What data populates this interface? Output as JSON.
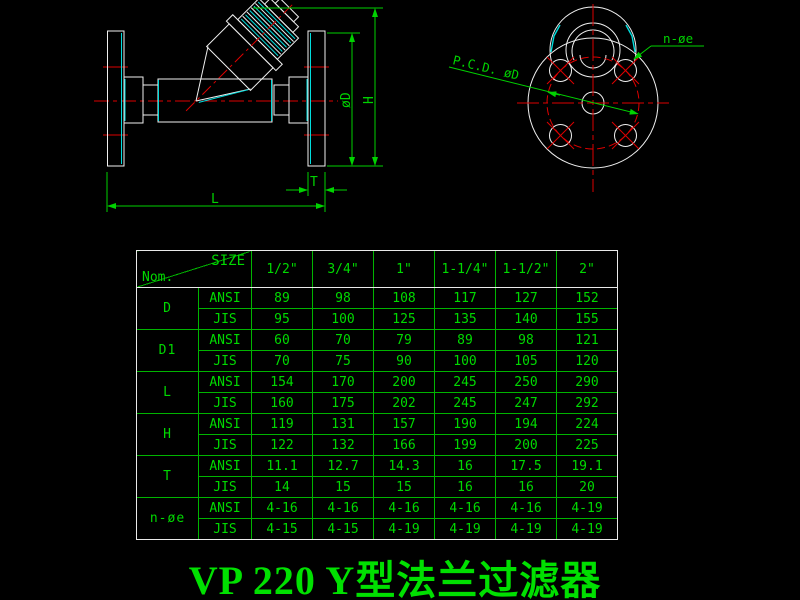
{
  "title": "VP 220 Y型法兰过滤器",
  "colors": {
    "background": "#000000",
    "outline_white": "#f0f0f0",
    "centerline_red": "#dd0000",
    "accent_cyan": "#00dddd",
    "annotation_green": "#00d200",
    "table_grid_green": "#00b400",
    "title_green": "#00e000"
  },
  "drawing": {
    "side_view": {
      "h_label": "H",
      "dia_label": "øD",
      "t_label": "T",
      "l_label": "L"
    },
    "front_view": {
      "pcd_label": "P.C.D. øD",
      "holes_label": "n-øe"
    }
  },
  "table": {
    "corner": {
      "top": "SIZE",
      "bottom": "Nom."
    },
    "sizes": [
      "1/2\"",
      "3/4\"",
      "1\"",
      "1-1/4\"",
      "1-1/2\"",
      "2\""
    ],
    "groups": [
      {
        "name": "D",
        "rows": [
          {
            "std": "ANSI",
            "values": [
              "89",
              "98",
              "108",
              "117",
              "127",
              "152"
            ]
          },
          {
            "std": "JIS",
            "values": [
              "95",
              "100",
              "125",
              "135",
              "140",
              "155"
            ]
          }
        ]
      },
      {
        "name": "D1",
        "rows": [
          {
            "std": "ANSI",
            "values": [
              "60",
              "70",
              "79",
              "89",
              "98",
              "121"
            ]
          },
          {
            "std": "JIS",
            "values": [
              "70",
              "75",
              "90",
              "100",
              "105",
              "120"
            ]
          }
        ]
      },
      {
        "name": "L",
        "rows": [
          {
            "std": "ANSI",
            "values": [
              "154",
              "170",
              "200",
              "245",
              "250",
              "290"
            ]
          },
          {
            "std": "JIS",
            "values": [
              "160",
              "175",
              "202",
              "245",
              "247",
              "292"
            ]
          }
        ]
      },
      {
        "name": "H",
        "rows": [
          {
            "std": "ANSI",
            "values": [
              "119",
              "131",
              "157",
              "190",
              "194",
              "224"
            ]
          },
          {
            "std": "JIS",
            "values": [
              "122",
              "132",
              "166",
              "199",
              "200",
              "225"
            ]
          }
        ]
      },
      {
        "name": "T",
        "rows": [
          {
            "std": "ANSI",
            "values": [
              "11.1",
              "12.7",
              "14.3",
              "16",
              "17.5",
              "19.1"
            ]
          },
          {
            "std": "JIS",
            "values": [
              "14",
              "15",
              "15",
              "16",
              "16",
              "20"
            ]
          }
        ]
      },
      {
        "name": "n-øe",
        "rows": [
          {
            "std": "ANSI",
            "values": [
              "4-16",
              "4-16",
              "4-16",
              "4-16",
              "4-16",
              "4-19"
            ]
          },
          {
            "std": "JIS",
            "values": [
              "4-15",
              "4-15",
              "4-19",
              "4-19",
              "4-19",
              "4-19"
            ]
          }
        ]
      }
    ]
  }
}
